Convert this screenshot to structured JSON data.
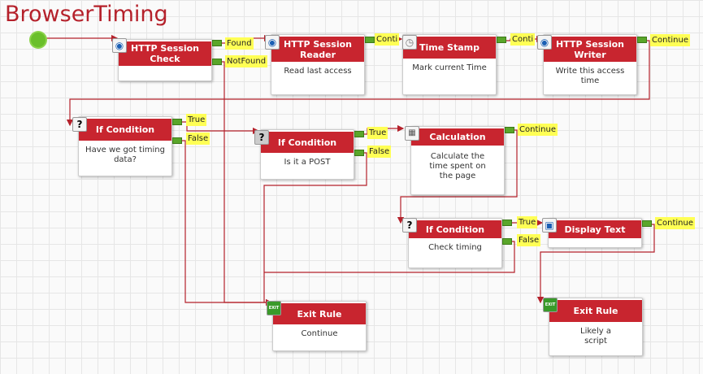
{
  "title": "BrowserTiming",
  "nodes": [
    {
      "title": "HTTP Session Check",
      "body": "",
      "icon": "globe-icon"
    },
    {
      "title": "HTTP Session Reader",
      "body": "Read last access",
      "icon": "globe-icon"
    },
    {
      "title": "Time Stamp",
      "body": "Mark current Time",
      "icon": "clock-icon"
    },
    {
      "title": "HTTP Session Writer",
      "body": "Write this access time",
      "icon": "globe-icon"
    },
    {
      "title": "If Condition",
      "body": "Have we got timing data?",
      "icon": "question-icon"
    },
    {
      "title": "If Condition",
      "body": "Is it a POST",
      "icon": "question-icon"
    },
    {
      "title": "Calculation",
      "body": "Calculate the time spent on the page",
      "icon": "calculator-icon"
    },
    {
      "title": "If Condition",
      "body": "Check timing",
      "icon": "question-icon"
    },
    {
      "title": "Display Text",
      "body": "",
      "icon": "display-icon"
    },
    {
      "title": "Exit Rule",
      "body": "Continue",
      "icon": "exit-icon"
    },
    {
      "title": "Exit Rule",
      "body": "Likely a script",
      "icon": "exit-icon"
    }
  ],
  "ports": {
    "found": "Found",
    "notfound": "NotFound",
    "cont": "Continue",
    "cont_short": "Conti",
    "true": "True",
    "false": "False"
  },
  "icons": {
    "question": "?",
    "exit": "EXIT"
  }
}
